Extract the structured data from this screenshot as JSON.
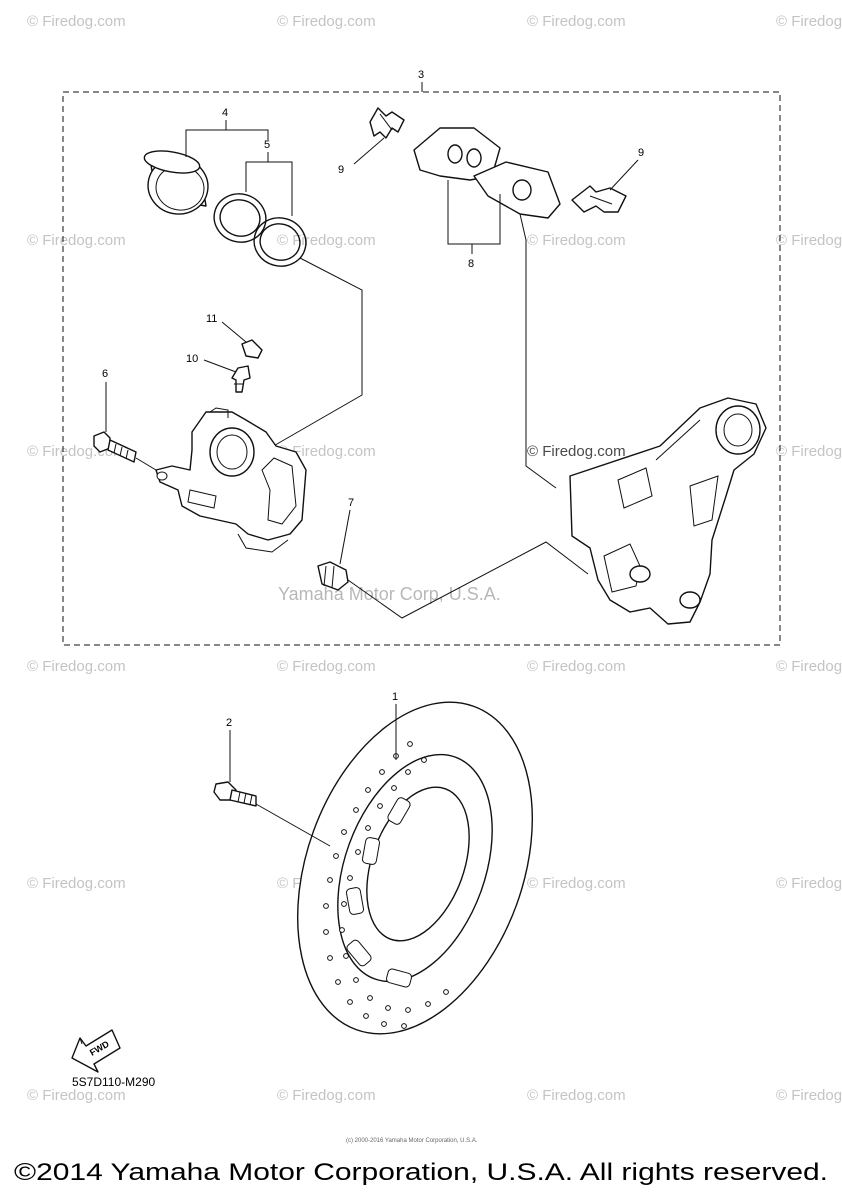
{
  "diagram": {
    "watermark": "© Firedog.com",
    "watermark_center": "Yamaha Motor Corp, U.S.A.",
    "fine_print": "(c) 2000-2016 Yamaha Motor Corporation, U.S.A.",
    "callouts": {
      "c1": "1",
      "c2": "2",
      "c3": "3",
      "c4": "4",
      "c5": "5",
      "c6": "6",
      "c7": "7",
      "c8": "8",
      "c9a": "9",
      "c9b": "9",
      "c10": "10",
      "c11": "11"
    },
    "fwd_label": "FWD",
    "diagram_code": "5S7D110-M290",
    "copyright": "©2014 Yamaha Motor Corporation, U.S.A. All rights reserved."
  }
}
